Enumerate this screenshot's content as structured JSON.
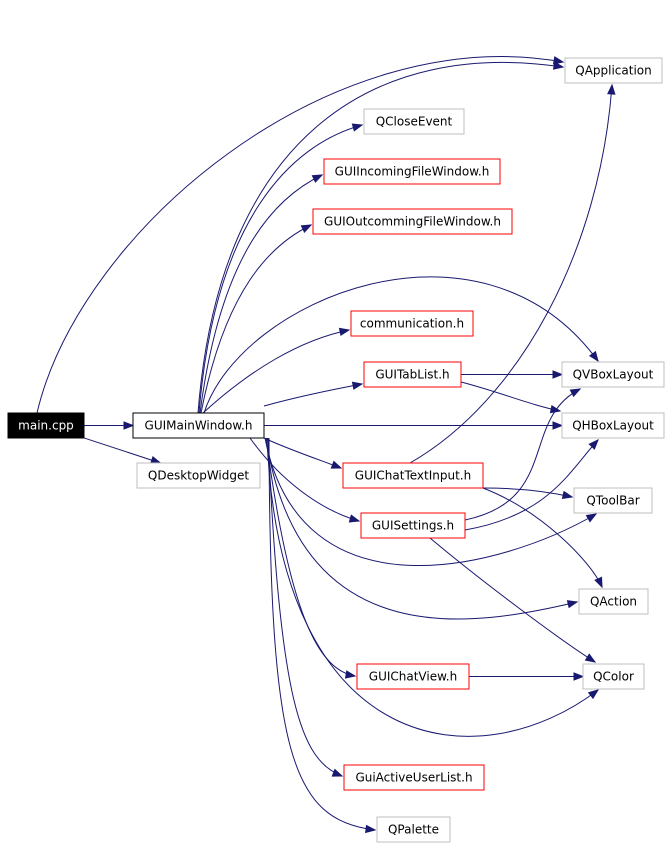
{
  "colors": {
    "edge": "#191970",
    "project_border": "#ff0000",
    "external_border": "#bfbfbf",
    "primary_border": "#000000",
    "root_fill": "#000000",
    "root_text": "#ffffff",
    "text": "#000000",
    "node_fill": "#ffffff"
  },
  "nodes": [
    {
      "id": "main",
      "label": "main.cpp",
      "kind": "root"
    },
    {
      "id": "gmw",
      "label": "GUIMainWindow.h",
      "kind": "primary"
    },
    {
      "id": "qdw",
      "label": "QDesktopWidget",
      "kind": "external"
    },
    {
      "id": "qapp",
      "label": "QApplication",
      "kind": "external"
    },
    {
      "id": "qce",
      "label": "QCloseEvent",
      "kind": "external"
    },
    {
      "id": "gifw",
      "label": "GUIIncomingFileWindow.h",
      "kind": "project"
    },
    {
      "id": "gofw",
      "label": "GUIOutcommingFileWindow.h",
      "kind": "project"
    },
    {
      "id": "comm",
      "label": "communication.h",
      "kind": "project"
    },
    {
      "id": "gtl",
      "label": "GUITabList.h",
      "kind": "project"
    },
    {
      "id": "gcti",
      "label": "GUIChatTextInput.h",
      "kind": "project"
    },
    {
      "id": "gset",
      "label": "GUISettings.h",
      "kind": "project"
    },
    {
      "id": "gcv",
      "label": "GUIChatView.h",
      "kind": "project"
    },
    {
      "id": "gaul",
      "label": "GuiActiveUserList.h",
      "kind": "project"
    },
    {
      "id": "qvbox",
      "label": "QVBoxLayout",
      "kind": "external"
    },
    {
      "id": "qhbox",
      "label": "QHBoxLayout",
      "kind": "external"
    },
    {
      "id": "qtool",
      "label": "QToolBar",
      "kind": "external"
    },
    {
      "id": "qact",
      "label": "QAction",
      "kind": "external"
    },
    {
      "id": "qcol",
      "label": "QColor",
      "kind": "external"
    },
    {
      "id": "qpal",
      "label": "QPalette",
      "kind": "external"
    }
  ],
  "edges": [
    [
      "main",
      "gmw"
    ],
    [
      "main",
      "qdw"
    ],
    [
      "main",
      "qapp"
    ],
    [
      "gmw",
      "qapp"
    ],
    [
      "gmw",
      "qce"
    ],
    [
      "gmw",
      "gifw"
    ],
    [
      "gmw",
      "gofw"
    ],
    [
      "gmw",
      "comm"
    ],
    [
      "gmw",
      "gtl"
    ],
    [
      "gmw",
      "gcti"
    ],
    [
      "gmw",
      "gset"
    ],
    [
      "gmw",
      "gcv"
    ],
    [
      "gmw",
      "gaul"
    ],
    [
      "gmw",
      "qpal"
    ],
    [
      "gmw",
      "qvbox"
    ],
    [
      "gmw",
      "qhbox"
    ],
    [
      "gmw",
      "qtool"
    ],
    [
      "gmw",
      "qact"
    ],
    [
      "gmw",
      "qcol"
    ],
    [
      "gtl",
      "qvbox"
    ],
    [
      "gtl",
      "qhbox"
    ],
    [
      "gcti",
      "qapp"
    ],
    [
      "gcti",
      "qtool"
    ],
    [
      "gcti",
      "qact"
    ],
    [
      "gset",
      "qvbox"
    ],
    [
      "gset",
      "qhbox"
    ],
    [
      "gset",
      "qcol"
    ],
    [
      "gcv",
      "qcol"
    ]
  ]
}
